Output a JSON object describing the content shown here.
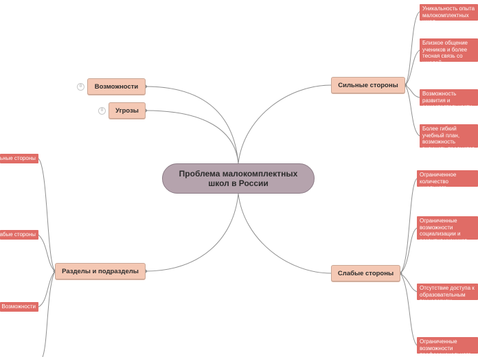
{
  "central": {
    "title": "Проблема малокомплектных школ в России"
  },
  "branches": {
    "opportunities": {
      "label": "Возможности",
      "count": "0"
    },
    "threats": {
      "label": "Угрозы",
      "count": "0"
    },
    "strengths": {
      "label": "Сильные стороны",
      "items": [
        "Уникальность опыта малокомплектных школ",
        "Близкое общение учеников и более тесная связь со школой",
        "Возможность развития и самостоятельности",
        "Более гибкий учебный план, возможность включать предметов или кружков"
      ]
    },
    "weaknesses": {
      "label": "Слабые стороны",
      "items": [
        "Ограниченное количество школьного персонала",
        "Ограниченные возможности социализации и развития учеников",
        "Отсутствие доступа к образовательным технологиям",
        "Ограниченные возможности профессионального"
      ]
    },
    "sections": {
      "label": "Разделы и подразделы",
      "items": [
        "Сильные стороны",
        "Слабые стороны",
        "Возможности"
      ]
    }
  },
  "colors": {
    "central_fill": "#b5a3ad",
    "main_fill": "#f4c8b4",
    "sub_fill": "#e06c66",
    "edge": "#8f8f8f"
  }
}
